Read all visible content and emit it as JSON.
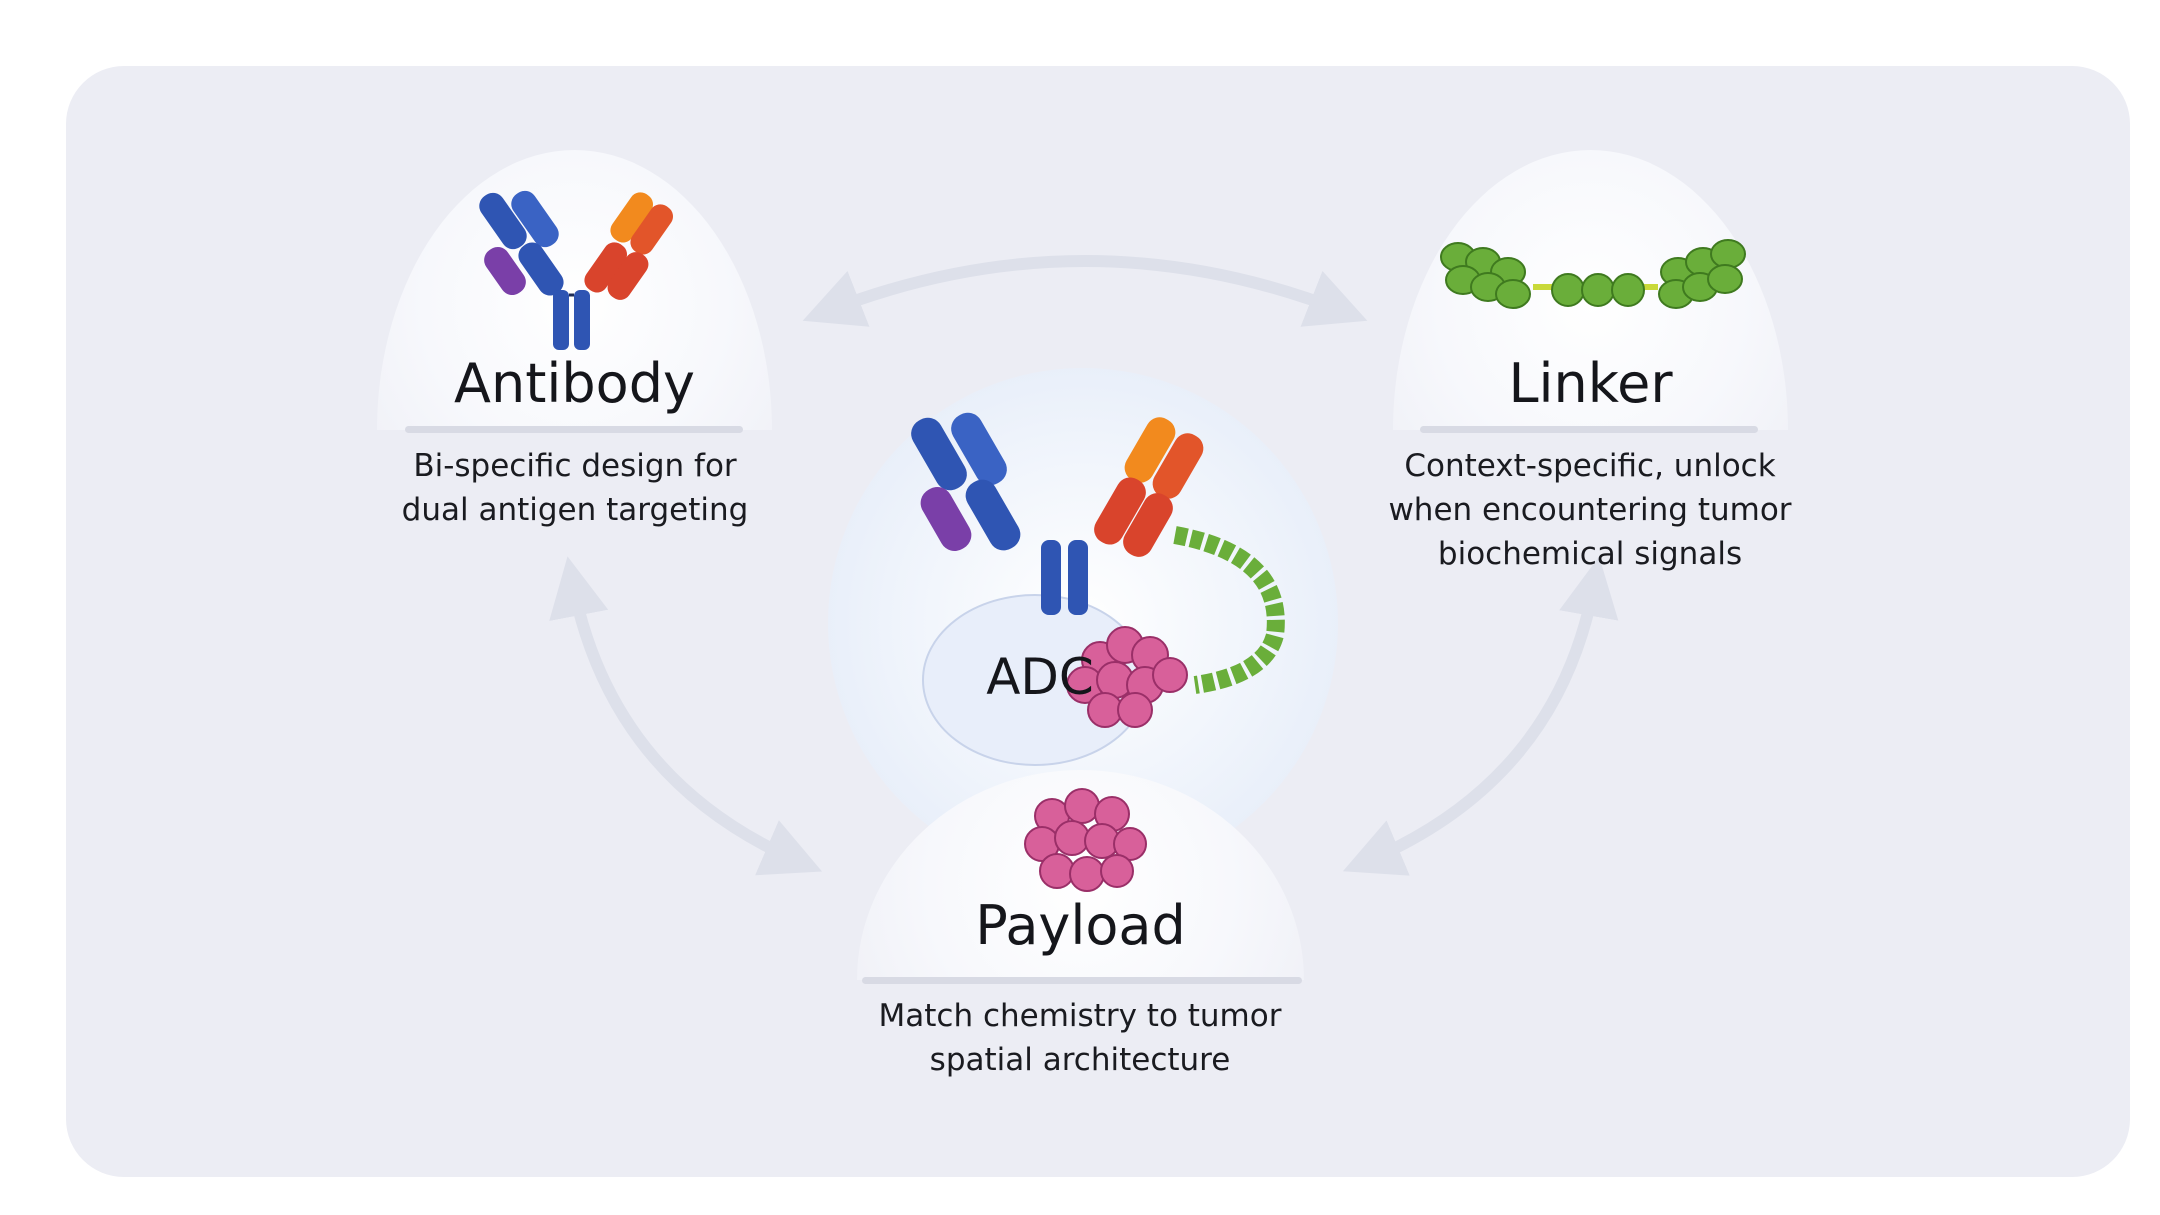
{
  "center": {
    "label": "ADC"
  },
  "nodes": {
    "antibody": {
      "title": "Antibody",
      "lines": [
        "Bi-specific design for",
        "dual antigen targeting"
      ]
    },
    "linker": {
      "title": "Linker",
      "lines": [
        "Context-specific, unlock",
        "when encountering tumor",
        "biochemical signals"
      ]
    },
    "payload": {
      "title": "Payload",
      "lines": [
        "Match chemistry to tumor",
        "spatial architecture"
      ]
    }
  },
  "colors": {
    "panel": "#ecedf4",
    "arrow": "#dfe1ea",
    "blue": "#2f55b3",
    "purple": "#7a3fa8",
    "red": "#d9442c",
    "orange": "#f28a1e",
    "green": "#6aae3a",
    "payload": "#d8609a"
  }
}
